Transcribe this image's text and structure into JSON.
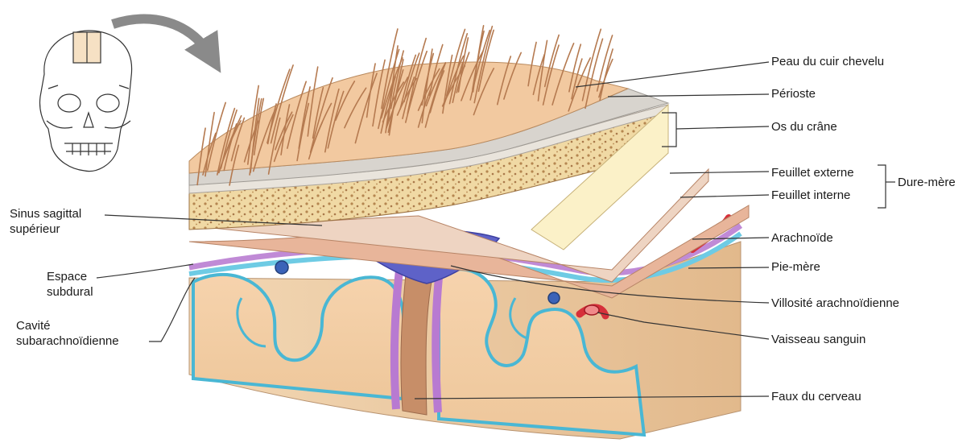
{
  "labels_right": {
    "scalp": "Peau du cuir chevelu",
    "periosteum": "Périoste",
    "skull_bone": "Os du crâne",
    "outer_layer": "Feuillet externe",
    "inner_layer": "Feuillet interne",
    "dura_mater": "Dure-mère",
    "arachnoid": "Arachnoïde",
    "pia_mater": "Pie-mère",
    "arachnoid_villus": "Villosité arachnoïdienne",
    "blood_vessel": "Vaisseau sanguin",
    "falx_cerebri": "Faux du cerveau"
  },
  "labels_left": {
    "superior_sagittal_sinus": [
      "Sinus sagittal",
      "supérieur"
    ],
    "subdural_space": [
      "Espace",
      "subdural"
    ],
    "subarachnoid_cavity": [
      "Cavité",
      "subarachnoïdienne"
    ]
  },
  "colors": {
    "scalp": "#f2c9a0",
    "periosteum": "#d9d5cf",
    "bone_compact": "#fbf1c8",
    "bone_spongy": "#e8c98e",
    "dura": "#d9a88a",
    "arachnoid": "#c9a2d6",
    "pia": "#8fd3e6",
    "brain": "#f3c9a0",
    "sinus": "#6b6fd0",
    "hair": "#c58d62",
    "vessel": "#d6303a"
  }
}
